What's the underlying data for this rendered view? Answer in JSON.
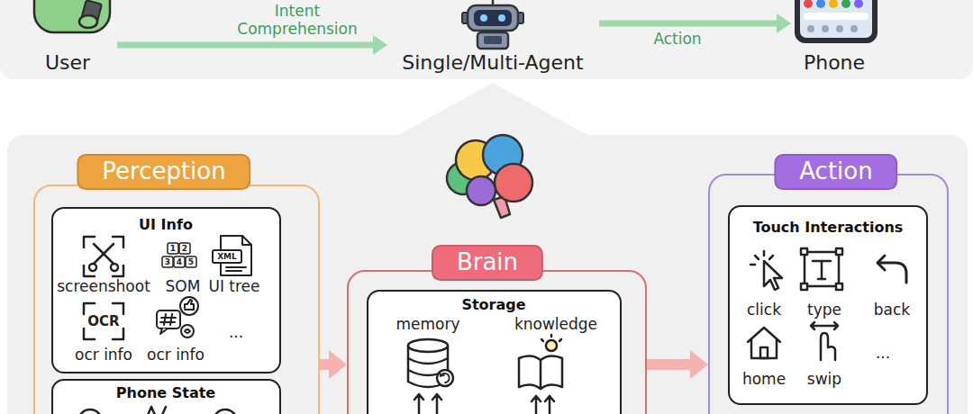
{
  "diagram": {
    "nodes": [
      {
        "text": [
          "User"
        ]
      },
      {
        "text": [
          "Single/Multi-Agent"
        ]
      },
      {
        "text": [
          "Phone"
        ]
      },
      {
        "text": [
          "Perception"
        ]
      },
      {
        "text": [
          "UI Info",
          "screenshoot",
          "SOM",
          "UI tree",
          "ocr info",
          "ocr info",
          "..."
        ],
        "in": 3
      },
      {
        "text": [
          "Phone State"
        ],
        "in": 3
      },
      {
        "text": [
          "Brain"
        ]
      },
      {
        "text": [
          "Storage",
          "memory",
          "knowledge"
        ],
        "in": 6
      },
      {
        "text": [
          "Action"
        ]
      },
      {
        "text": [
          "Touch Interactions",
          "click",
          "type",
          "back",
          "home",
          "swip",
          "..."
        ],
        "in": 8
      }
    ],
    "edges": [
      {
        "from": 0,
        "to": 1,
        "label": "Intent Comprehension",
        "arrow": "to"
      },
      {
        "from": 1,
        "to": 2,
        "label": "Action",
        "arrow": "to"
      },
      {
        "from": 3,
        "to": 6,
        "arrow": "to"
      },
      {
        "from": 6,
        "to": 8,
        "arrow": "to"
      }
    ],
    "labels": [
      "1",
      "2",
      "3",
      "4",
      "5",
      "XML",
      "OCR"
    ]
  }
}
